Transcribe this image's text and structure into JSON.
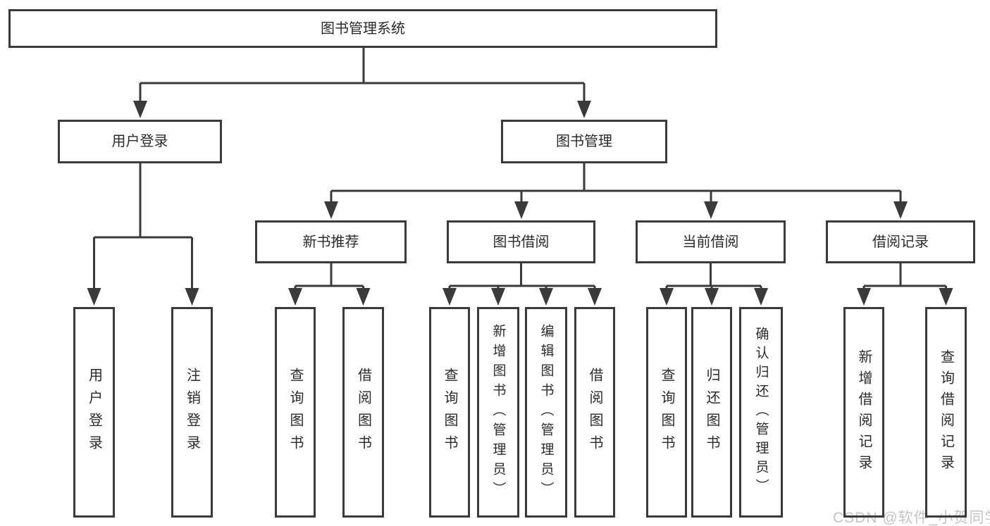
{
  "diagram": {
    "type": "functional-structure-tree",
    "colors": {
      "background": "#ffffff",
      "line": "#3a3a3a",
      "box_border": "#3a3a3a",
      "text": "#2b2b2b",
      "watermark_text": "#c5c5c5"
    },
    "tree": {
      "root": "图书管理系统",
      "branches": [
        {
          "label": "用户登录",
          "children": [
            "用户登录",
            "注销登录"
          ]
        },
        {
          "label": "图书管理",
          "children": [
            {
              "label": "新书推荐",
              "children": [
                "查询图书",
                "借阅图书"
              ]
            },
            {
              "label": "图书借阅",
              "children": [
                "查询图书",
                "新增图书（管理员）",
                "编辑图书（管理员）",
                "借阅图书"
              ]
            },
            {
              "label": "当前借阅",
              "children": [
                "查询图书",
                "归还图书",
                "确认归还（管理员）"
              ]
            },
            {
              "label": "借阅记录",
              "children": [
                "新增借阅记录",
                "查询借阅记录"
              ]
            }
          ]
        }
      ]
    },
    "watermark": {
      "text": "CSDN @软件_小贺同学"
    }
  }
}
